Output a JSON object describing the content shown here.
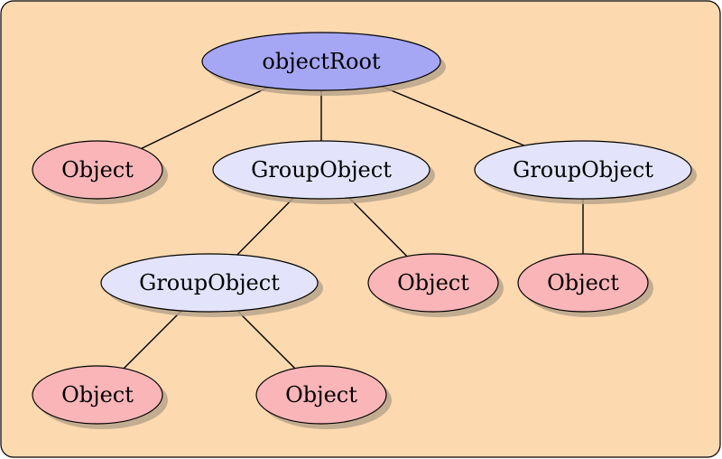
{
  "diagram": {
    "colors": {
      "background": "#fdd9b0",
      "root_fill": "#a5a6f4",
      "group_fill": "#e3e4fb",
      "object_fill": "#f9b5b8"
    },
    "nodes": [
      {
        "id": "root",
        "label": "objectRoot",
        "kind": "root"
      },
      {
        "id": "obj-1",
        "label": "Object",
        "kind": "object"
      },
      {
        "id": "group-1",
        "label": "GroupObject",
        "kind": "group"
      },
      {
        "id": "group-2",
        "label": "GroupObject",
        "kind": "group"
      },
      {
        "id": "group-3",
        "label": "GroupObject",
        "kind": "group"
      },
      {
        "id": "obj-2",
        "label": "Object",
        "kind": "object"
      },
      {
        "id": "obj-3",
        "label": "Object",
        "kind": "object"
      },
      {
        "id": "obj-4",
        "label": "Object",
        "kind": "object"
      },
      {
        "id": "obj-5",
        "label": "Object",
        "kind": "object"
      }
    ],
    "edges": [
      {
        "from": "root",
        "to": "obj-1"
      },
      {
        "from": "root",
        "to": "group-1"
      },
      {
        "from": "root",
        "to": "group-2"
      },
      {
        "from": "group-1",
        "to": "group-3"
      },
      {
        "from": "group-1",
        "to": "obj-2"
      },
      {
        "from": "group-2",
        "to": "obj-3"
      },
      {
        "from": "group-3",
        "to": "obj-4"
      },
      {
        "from": "group-3",
        "to": "obj-5"
      }
    ]
  }
}
